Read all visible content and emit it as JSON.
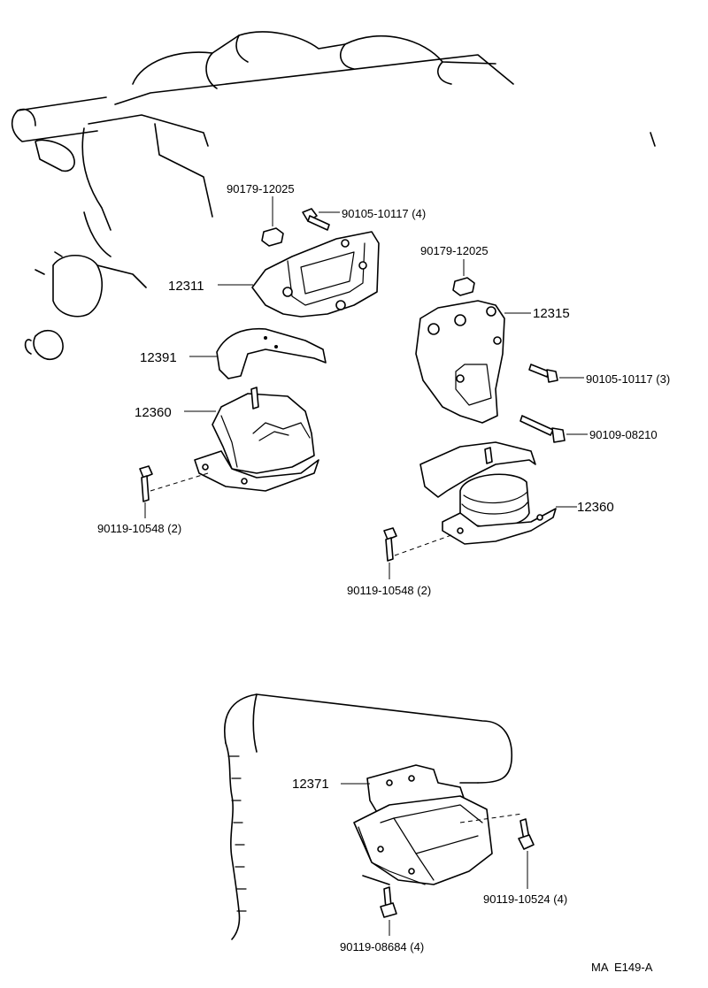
{
  "labels": {
    "nut_top_left": "90179-12025",
    "bolt_top_left": "90105-10117 (4)",
    "bracket_left": "12311",
    "cover_left": "12391",
    "insulator_left": "12360",
    "bolt_bottom_left": "90119-10548 (2)",
    "nut_top_right": "90179-12025",
    "bracket_right": "12315",
    "bolt_right_1": "90105-10117 (3)",
    "bolt_right_2": "90109-08210",
    "insulator_right": "12360",
    "bolt_bottom_right": "90119-10548 (2)",
    "rear_insulator": "12371",
    "bolt_rear_right": "90119-10524 (4)",
    "bolt_rear_bottom": "90119-08684 (4)",
    "figure_code": "MA  E149-A"
  }
}
